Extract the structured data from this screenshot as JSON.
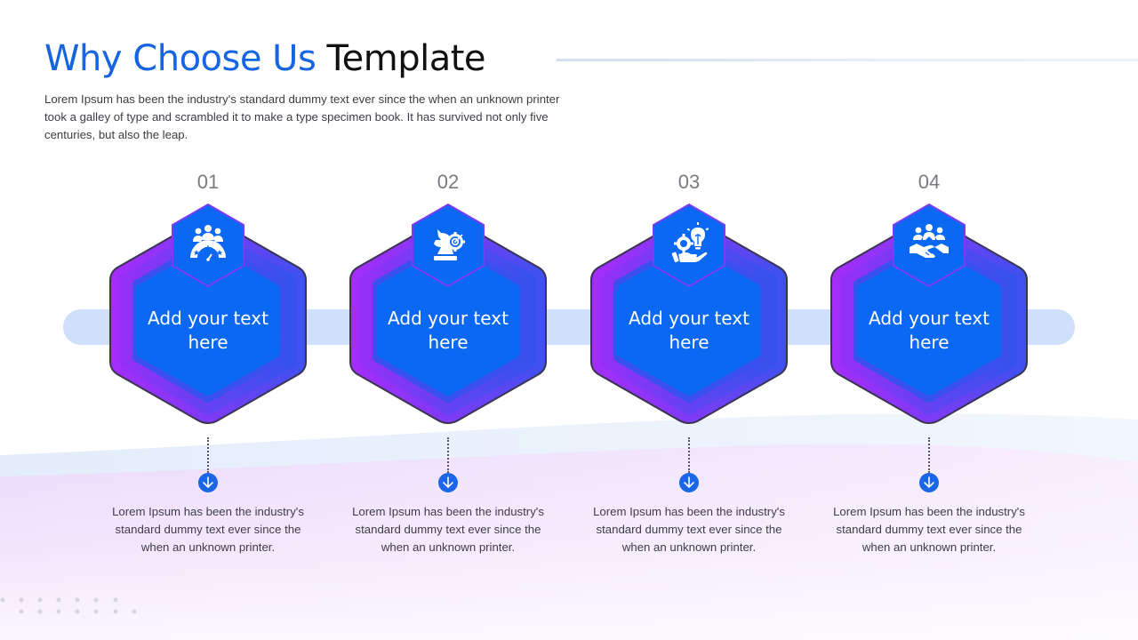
{
  "slide": {
    "title_highlight": "Why Choose Us",
    "title_rest": "Template",
    "intro": "Lorem Ipsum has been the industry's standard dummy text ever since the when an unknown printer took a galley of type and scrambled it to make a type specimen book. It has survived not only five centuries, but also the leap."
  },
  "colors": {
    "accent_blue": "#1565e0",
    "hex_fill": "#0a68f2",
    "hex_ring_purple": "#9b2cf6",
    "hex_ring_blue": "#3d4ff0",
    "hex_outline": "#3a3450",
    "track": "#cfe0fb",
    "arrow_bg": "#1a66e6"
  },
  "steps": [
    {
      "number": "01",
      "icon": "customer-satisfaction-gauge-icon",
      "label": "Add your text here",
      "description": "Lorem Ipsum has been the industry's standard dummy text ever since the when an unknown printer."
    },
    {
      "number": "02",
      "icon": "chess-knight-strategy-gear-icon",
      "label": "Add your text here",
      "description": "Lorem Ipsum has been the industry's standard dummy text ever since the when an unknown printer."
    },
    {
      "number": "03",
      "icon": "hand-gear-lightbulb-innovation-icon",
      "label": "Add your text here",
      "description": "Lorem Ipsum has been the industry's standard dummy text ever since the when an unknown printer."
    },
    {
      "number": "04",
      "icon": "team-handshake-icon",
      "label": "Add your text here",
      "description": "Lorem Ipsum has been the industry's standard dummy text ever since the when an unknown printer."
    }
  ]
}
